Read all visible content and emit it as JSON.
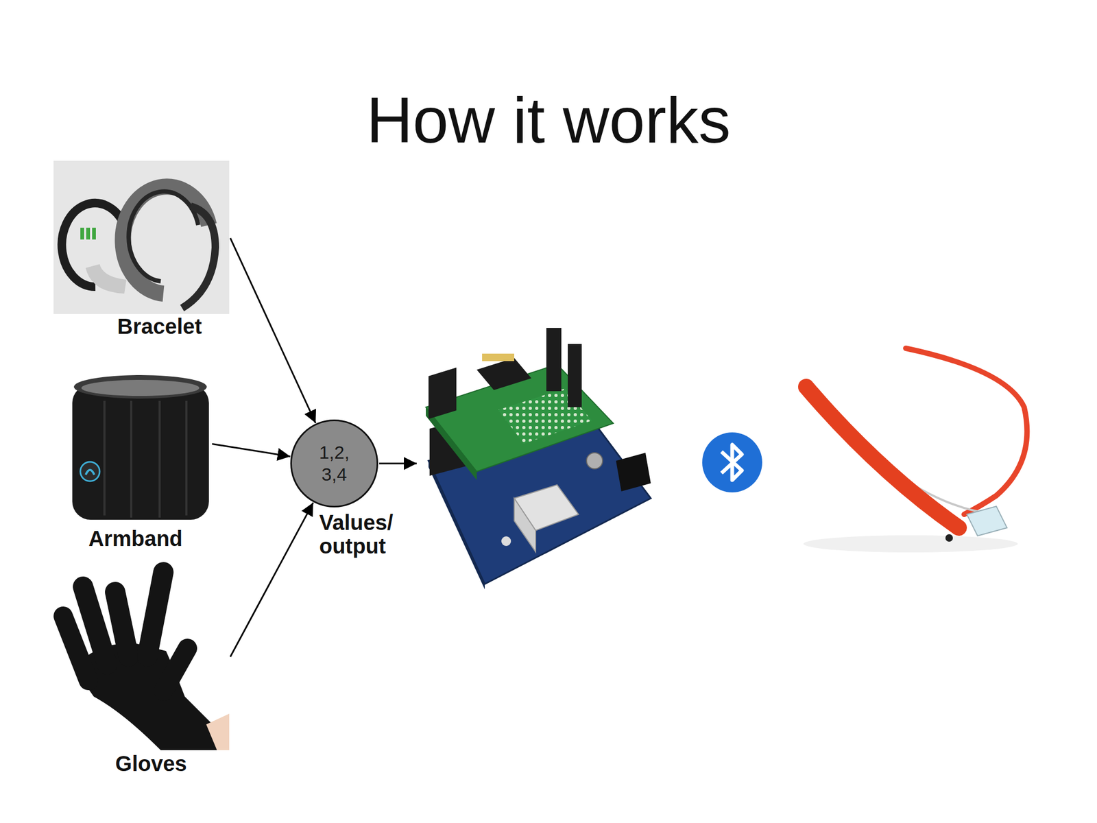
{
  "diagram": {
    "title": "How it works",
    "nodes": [
      {
        "text": [
          "Bracelet"
        ]
      },
      {
        "text": [
          "Armband"
        ]
      },
      {
        "text": [
          "Gloves"
        ]
      },
      {
        "text": [
          "1,2, 3,4",
          "Values/ output"
        ]
      }
    ],
    "edges": [
      {
        "from": 0,
        "to": 3,
        "arrow": "to"
      },
      {
        "from": 1,
        "to": 3,
        "arrow": "to"
      },
      {
        "from": 2,
        "to": 3,
        "arrow": "to"
      }
    ]
  }
}
